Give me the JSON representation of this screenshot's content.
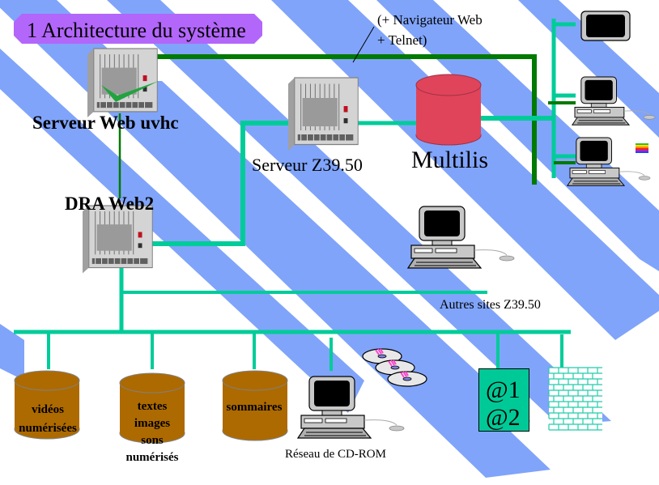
{
  "title": "1 Architecture du système",
  "colors": {
    "stripe_blue": "#80a4fa",
    "title_badge": "#b266fa",
    "network_teal": "#00cc99",
    "link_dark_green": "#007a00",
    "multilis_red": "#e0445a",
    "storage_brown": "#ad6a00",
    "server_gray": "#c0c0c0"
  },
  "nodes": {
    "web_server": {
      "label": "Serveur Web uvhc",
      "icon": "rack-server-icon",
      "badge": "checkmark-icon"
    },
    "dra_web2": {
      "label": "DRA Web2",
      "icon": "rack-server-icon"
    },
    "z3950_server": {
      "label": "Serveur Z39.50",
      "icon": "rack-server-icon"
    },
    "multilis": {
      "label": "Multilis",
      "icon": "database-cylinder-icon"
    },
    "browser_note": {
      "line1": "(+ Navigateur Web",
      "line2": "+ Telnet)"
    },
    "other_sites": {
      "label": "Autres sites Z39.50",
      "icon": "desktop-computer-icon"
    },
    "clients": [
      {
        "icon": "terminal-monitor-icon"
      },
      {
        "icon": "desktop-computer-icon"
      },
      {
        "icon": "desktop-computer-icon",
        "extra": "apple-logo-icon"
      }
    ],
    "storage": [
      {
        "lines": [
          "vidéos",
          "numérisées"
        ]
      },
      {
        "lines": [
          "textes",
          "images",
          "sons",
          "numérisés"
        ]
      },
      {
        "lines": [
          "sommaires"
        ]
      }
    ],
    "cdrom": {
      "label": "Réseau de CD-ROM",
      "icon": "cd-disc-icon"
    },
    "mail": {
      "line1": "@1",
      "line2": "@2"
    },
    "firewall": {
      "icon": "brick-wall-icon"
    }
  }
}
